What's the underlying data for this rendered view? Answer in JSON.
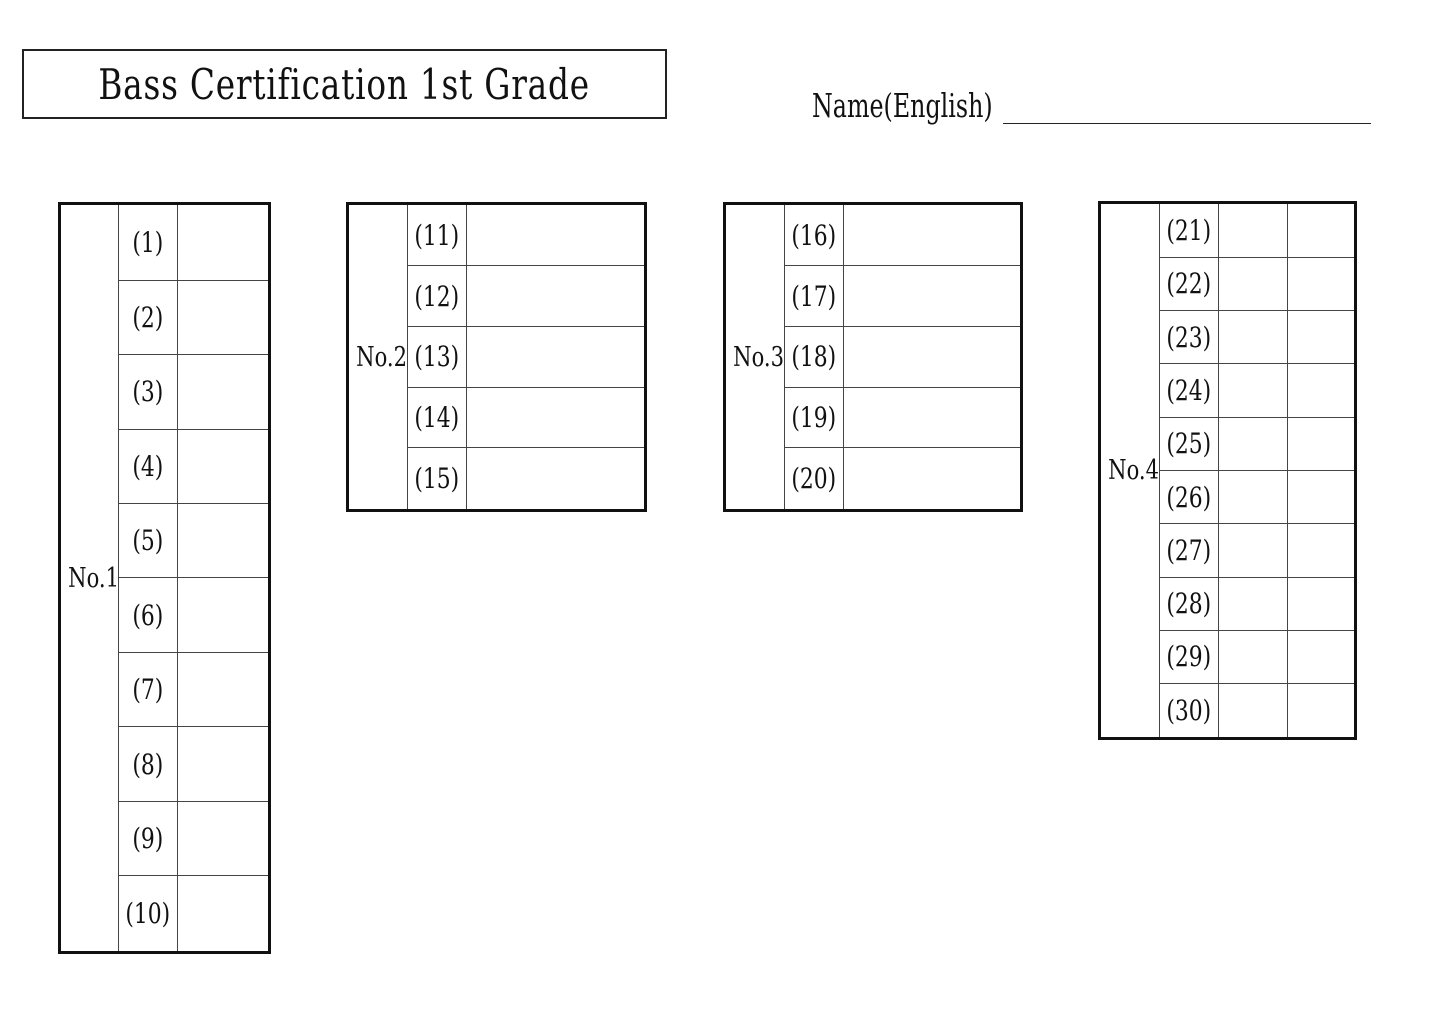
{
  "header": {
    "title": "Bass Certification 1st Grade",
    "name_label": "Name(English)"
  },
  "sections": [
    {
      "label": "No.1",
      "answer_columns": 1,
      "questions": [
        "(1)",
        "(2)",
        "(3)",
        "(4)",
        "(5)",
        "(6)",
        "(7)",
        "(8)",
        "(9)",
        "(10)"
      ]
    },
    {
      "label": "No.2",
      "answer_columns": 1,
      "questions": [
        "(11)",
        "(12)",
        "(13)",
        "(14)",
        "(15)"
      ]
    },
    {
      "label": "No.3",
      "answer_columns": 1,
      "questions": [
        "(16)",
        "(17)",
        "(18)",
        "(19)",
        "(20)"
      ]
    },
    {
      "label": "No.4",
      "answer_columns": 2,
      "questions": [
        "(21)",
        "(22)",
        "(23)",
        "(24)",
        "(25)",
        "(26)",
        "(27)",
        "(28)",
        "(29)",
        "(30)"
      ]
    }
  ]
}
